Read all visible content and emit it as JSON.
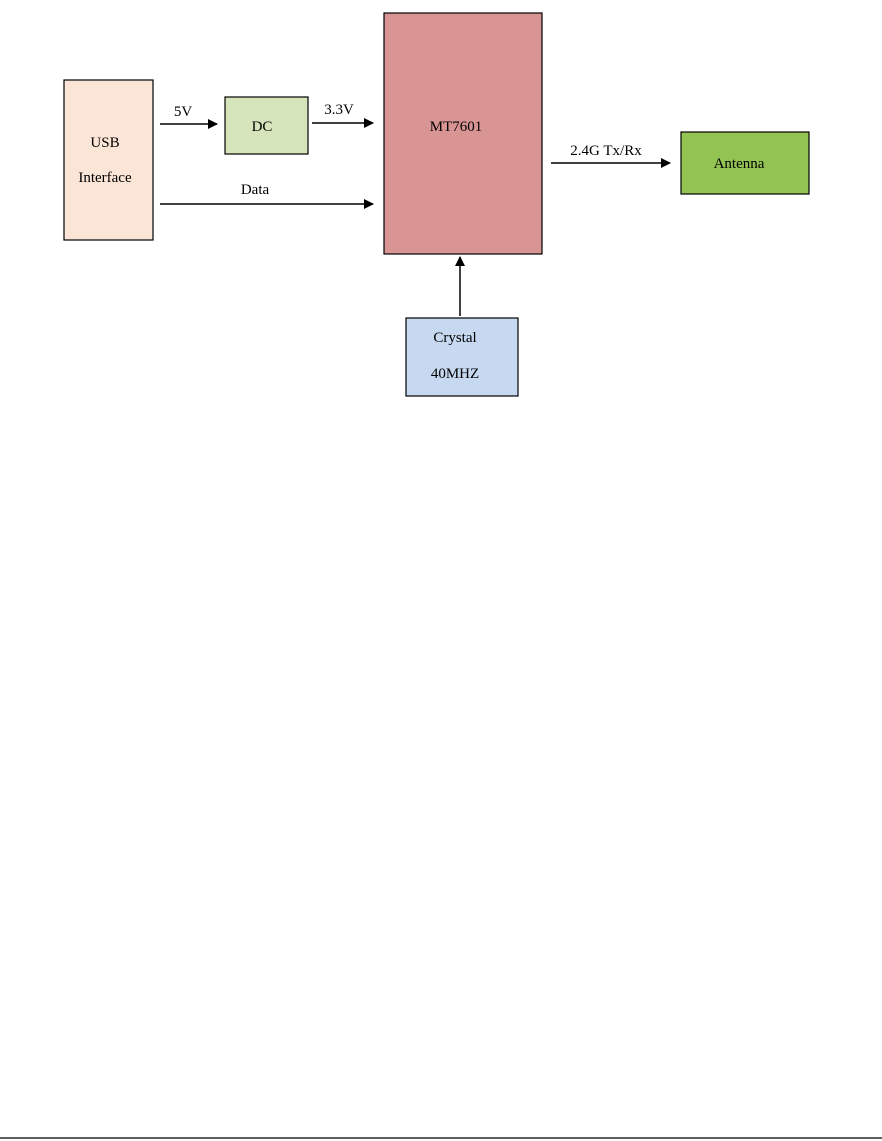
{
  "diagram": {
    "colors": {
      "usb": "#FBE5D6",
      "dc": "#D6E4BC",
      "mt": "#D99594",
      "crystal": "#C6D9F0",
      "antenna": "#92C353",
      "stroke": "#000000"
    },
    "blocks": {
      "usb": {
        "line1": "USB",
        "line2": "Interface"
      },
      "dc": {
        "label": "DC"
      },
      "mt": {
        "label": "MT7601"
      },
      "antenna": {
        "label": "Antenna"
      },
      "crystal": {
        "line1": "Crystal",
        "line2": "40MHZ"
      }
    },
    "edges": {
      "usb_to_dc": "5V",
      "dc_to_mt": "3.3V",
      "usb_to_mt": "Data",
      "mt_to_antenna": "2.4G Tx/Rx"
    }
  }
}
